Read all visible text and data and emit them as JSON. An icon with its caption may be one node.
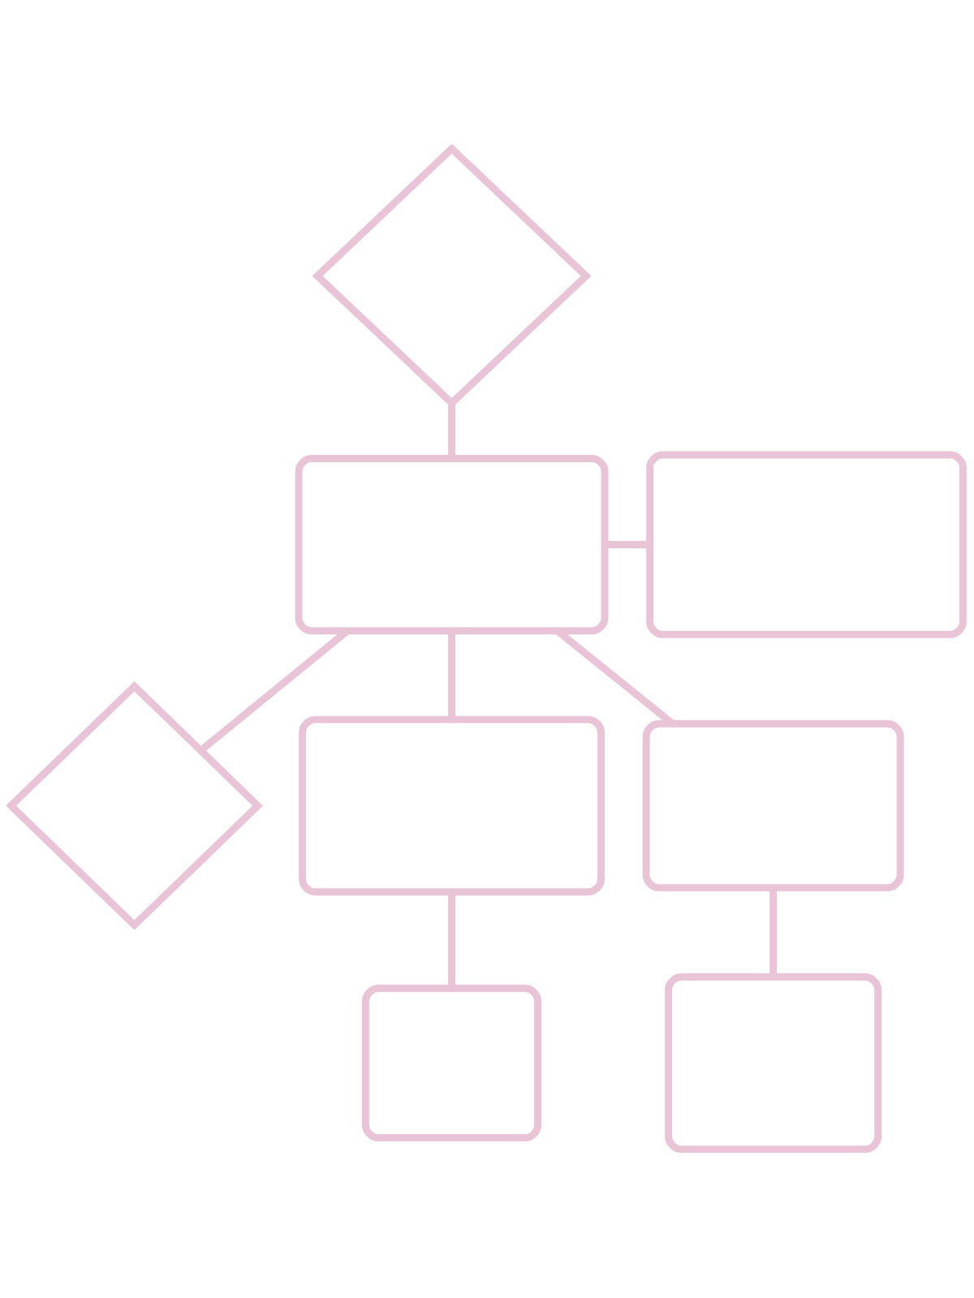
{
  "diagram": {
    "nodes": [
      {
        "text": [],
        "shape": "diamond"
      },
      {
        "text": [],
        "shape": "box"
      },
      {
        "text": [],
        "shape": "box"
      },
      {
        "text": [],
        "shape": "box"
      },
      {
        "text": [],
        "shape": "diamond"
      },
      {
        "text": [],
        "shape": "box"
      },
      {
        "text": [],
        "shape": "box"
      },
      {
        "text": [],
        "shape": "box"
      }
    ],
    "edges": [
      {
        "from": 0,
        "to": 1,
        "arrow": "none"
      },
      {
        "from": 1,
        "to": 2,
        "arrow": "none"
      },
      {
        "from": 1,
        "to": 4,
        "arrow": "none"
      },
      {
        "from": 1,
        "to": 5,
        "arrow": "none"
      },
      {
        "from": 1,
        "to": 3,
        "arrow": "none"
      },
      {
        "from": 3,
        "to": 6,
        "arrow": "none"
      },
      {
        "from": 5,
        "to": 7,
        "arrow": "none"
      }
    ]
  }
}
